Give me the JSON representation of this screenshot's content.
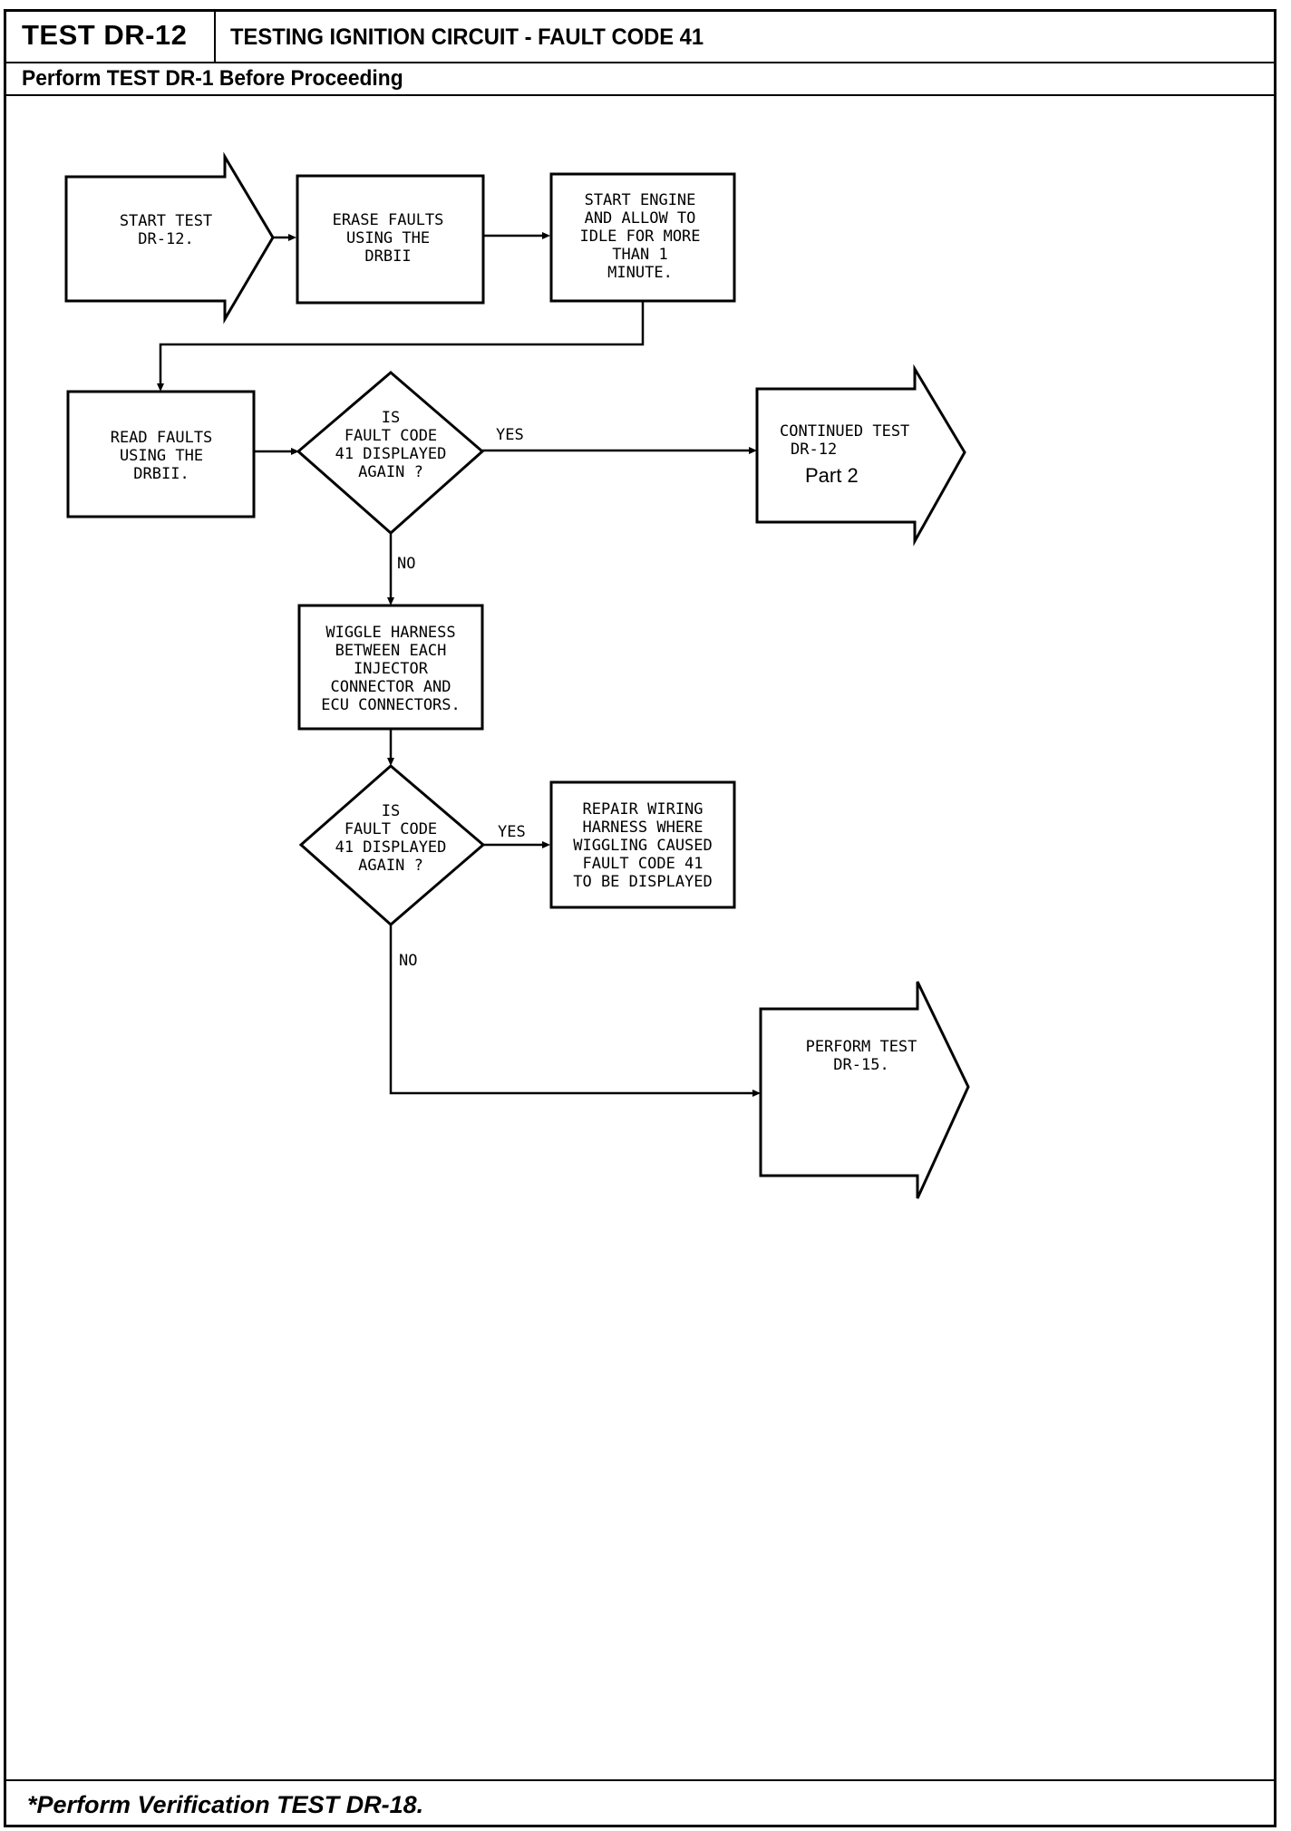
{
  "header": {
    "test_id": "TEST DR-12",
    "title": "TESTING IGNITION CIRCUIT - FAULT CODE 41",
    "prerequisite": "Perform TEST DR-1 Before Proceeding"
  },
  "footer": {
    "note": "*Perform Verification TEST DR-18."
  },
  "flowchart": {
    "start": {
      "lines": [
        "START TEST",
        "DR-12."
      ]
    },
    "erase": {
      "lines": [
        "ERASE FAULTS",
        "USING THE",
        "DRBII"
      ]
    },
    "idle": {
      "lines": [
        "START ENGINE",
        "AND ALLOW TO",
        "IDLE FOR MORE",
        "THAN 1",
        "MINUTE."
      ]
    },
    "read": {
      "lines": [
        "READ FAULTS",
        "USING THE",
        "DRBII."
      ]
    },
    "decision1": {
      "lines": [
        "IS",
        "FAULT CODE",
        "41 DISPLAYED",
        "AGAIN ?"
      ],
      "yes_label": "YES",
      "no_label": "NO"
    },
    "continued": {
      "lines": [
        "CONTINUED TEST",
        "DR-12"
      ],
      "part": "Part 2"
    },
    "wiggle": {
      "lines": [
        "WIGGLE HARNESS",
        "BETWEEN EACH",
        "INJECTOR",
        "CONNECTOR AND",
        "ECU CONNECTORS."
      ]
    },
    "decision2": {
      "lines": [
        "IS",
        "FAULT CODE",
        "41 DISPLAYED",
        "AGAIN ?"
      ],
      "yes_label": "YES",
      "no_label": "NO"
    },
    "repair": {
      "lines": [
        "REPAIR WIRING",
        "HARNESS WHERE",
        "WIGGLING CAUSED",
        "FAULT CODE 41",
        "TO BE DISPLAYED"
      ]
    },
    "perform": {
      "lines": [
        "PERFORM TEST",
        "DR-15."
      ]
    }
  }
}
